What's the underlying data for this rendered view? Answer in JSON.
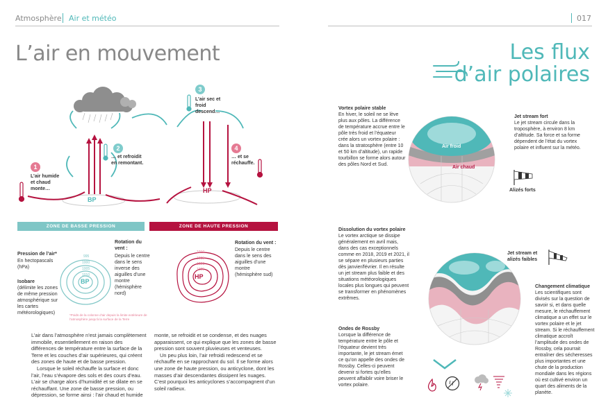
{
  "header": {
    "section": "Atmosphère",
    "subsection": "Air et météo",
    "page_number": "017"
  },
  "left": {
    "title": "L’air en mouvement",
    "steps": [
      {
        "num": "1",
        "text": "L’air humide et chaud monte…"
      },
      {
        "num": "2",
        "text": "… et refroidit en remontant."
      },
      {
        "num": "3",
        "text": "L’air sec et froid descend…"
      },
      {
        "num": "4",
        "text": "… et se réchauffe."
      }
    ],
    "bp": "BP",
    "hp": "HP",
    "band_low": "ZONE DE BASSE PRESSION",
    "band_high": "ZONE DE HAUTE PRESSION",
    "pressure_label": "Pression de l’air*",
    "pressure_unit": "En hectopascals (hPa)",
    "isobar_title": "Isobare",
    "isobar_text": "(délimite les zones de même pression atmosphérique sur les cartes météorologiques)",
    "rot_low_title": "Rotation du vent :",
    "rot_low_text": "Depuis le centre dans le sens inverse des aiguilles d’une montre (hémisphère nord)",
    "rot_high_title": "Rotation du vent :",
    "rot_high_text": "Depuis le centre dans le sens des aiguilles d’une montre (hémisphère sud)",
    "footnote": "*Poids de la colonne d’air depuis la limite extérieure de l’atmosphère jusqu’à la surface de la Terre",
    "low_isobars": [
      "995",
      "1000",
      "1005",
      "1010"
    ],
    "high_isobars": [
      "1025",
      "1020",
      "1015",
      "1010"
    ],
    "body_col1": [
      "L’air dans l’atmosphère n’est jamais complètement immobile, essentiellement en raison des différences de température entre la surface de la Terre et les couches d’air supérieures, qui créent des zones de haute et de basse pression.",
      "Lorsque le soleil réchauffe la surface et donc l’air, l’eau s’évapore des sols et des cours d’eau. L’air se charge alors d’humidité et se dilate en se réchauffant. Une zone de basse pression, ou dépression, se forme ainsi : l’air chaud et humide"
    ],
    "body_col2": [
      "monte, se refroidit et se condense, et des nuages apparaissent, ce qui explique que les zones de basse pression sont souvent pluvieuses et venteuses.",
      "Un peu plus loin, l’air refroidi redescend et se réchauffe en se rapprochant du sol. Il se forme alors une zone de haute pression, ou anticyclone, dont les masses d’air descendantes dissipent les nuages. C’est pourquoi les anticyclones s’accompagnent d’un soleil radieux."
    ]
  },
  "right": {
    "title_line1": "Les flux",
    "title_line2": "d’air polaires",
    "vortex_title": "Vortex polaire stable",
    "vortex_text": "En hiver, le soleil ne se lève plus aux pôles. La différence de température accrue entre le pôle très froid et l’équateur crée alors un vortex polaire : dans la stratosphère (entre 10 et 50 km d’altitude), un rapide tourbillon se forme alors autour des pôles Nord et Sud.",
    "jet_title": "Jet stream fort",
    "jet_text": "Le jet stream circule dans la troposphère, à environ 8 km d’altitude. Sa force et sa forme dépendent de l’état du vortex polaire et influent sur la météo.",
    "air_froid": "Air froid",
    "air_chaud": "Air chaud",
    "alizes_forts": "Alizés forts",
    "dissolution_title": "Dissolution du vortex polaire",
    "dissolution_text": "Le vortex arctique se dissipe généralement en avril mais, dans des cas exceptionnels comme en 2018, 2019 et 2021, il se sépare en plusieurs parties dès janvier/février. Il en résulte un jet stream plus faible et des situations météorologiques locales plus longues qui peuvent se transformer en phénomènes extrêmes.",
    "jet_weak": "Jet stream et alizés faibles",
    "climate_title": "Changement climatique",
    "climate_text": "Les scientifiques sont divisés sur la question de savoir si, et dans quelle mesure, le réchauffement climatique a un effet sur le vortex polaire et le jet stream. Si le réchauffement climatique accroît l’amplitude des ondes de Rossby, cela pourrait entraîner des sécheresses plus importantes et une chute de la production mondiale dans les régions où est cultivé environ un quart des aliments de la planète.",
    "rossby_title": "Ondes de Rossby",
    "rossby_text": "Lorsque la différence de température entre le pôle et l’équateur devient très importante, le jet stream émet ce qu’on appelle des ondes de Rossby. Celles-ci peuvent devenir si fortes qu’elles peuvent affaiblir voire briser le vortex polaire."
  },
  "colors": {
    "teal": "#4fb8b8",
    "crimson": "#b5123f",
    "pink": "#e9b3bf",
    "gray": "#9a9a9a"
  },
  "icons": [
    "wind-icon",
    "cloud-icon",
    "thermometer-icon",
    "windsock-icon",
    "fire-icon",
    "no-rain-icon",
    "storm-icon",
    "tornado-icon",
    "snow-icon"
  ]
}
